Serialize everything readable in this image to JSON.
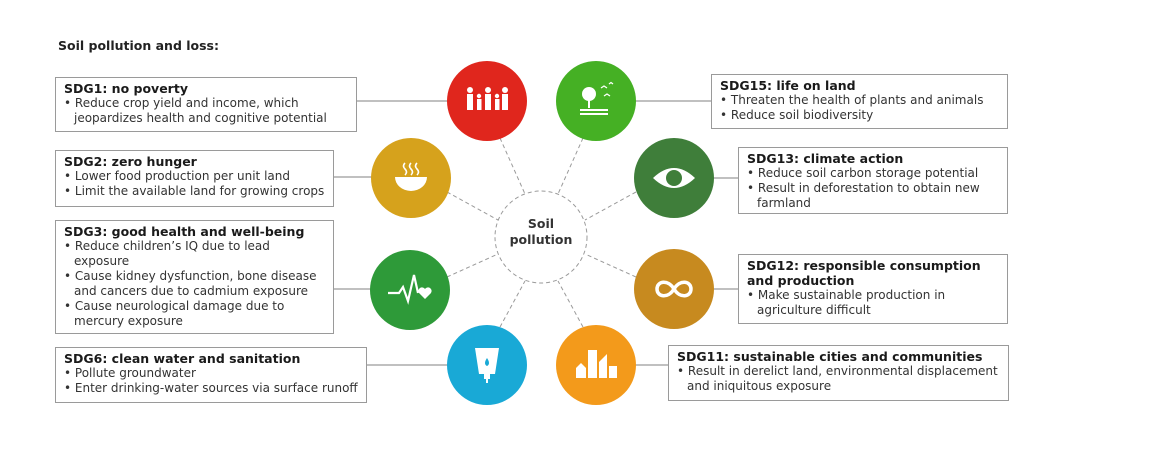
{
  "title": "Soil pollution and loss:",
  "center": {
    "line1": "Soil",
    "line2": "pollution"
  },
  "goals": [
    {
      "id": "sdg1",
      "heading": "SDG1: no poverty",
      "bullets": [
        "Reduce crop yield and income, which jeopardizes health and cognitive potential"
      ],
      "color": "#e0261d",
      "icon": "family-icon"
    },
    {
      "id": "sdg2",
      "heading": "SDG2: zero hunger",
      "bullets": [
        "Lower food production per unit land",
        "Limit the available land for growing crops"
      ],
      "color": "#d6a21c",
      "icon": "food-bowl-icon"
    },
    {
      "id": "sdg3",
      "heading": "SDG3: good health and well-being",
      "bullets": [
        "Reduce children’s IQ due to lead exposure",
        "Cause kidney dysfunction, bone disease and cancers due to cadmium exposure",
        "Cause neurological damage due to mercury exposure"
      ],
      "color": "#2e9a39",
      "icon": "heartbeat-icon"
    },
    {
      "id": "sdg6",
      "heading": "SDG6: clean water and sanitation",
      "bullets": [
        "Pollute groundwater",
        "Enter drinking-water sources via surface runoff"
      ],
      "color": "#19a9d6",
      "icon": "water-drop-icon"
    },
    {
      "id": "sdg15",
      "heading": "SDG15: life on land",
      "bullets": [
        "Threaten the health of plants and animals",
        "Reduce soil biodiversity"
      ],
      "color": "#45b024",
      "icon": "tree-birds-icon"
    },
    {
      "id": "sdg13",
      "heading": "SDG13: climate action",
      "bullets": [
        "Reduce soil carbon storage potential",
        "Result in deforestation to obtain new farmland"
      ],
      "color": "#3f7e3a",
      "icon": "eye-globe-icon"
    },
    {
      "id": "sdg12",
      "heading": "SDG12: responsible consumption and production",
      "bullets": [
        "Make sustainable production in agriculture difficult"
      ],
      "color": "#c78a1f",
      "icon": "infinity-icon"
    },
    {
      "id": "sdg11",
      "heading": "SDG11: sustainable cities and communities",
      "bullets": [
        "Result in derelict land, environmental displacement and iniquitous exposure"
      ],
      "color": "#f39a1b",
      "icon": "city-buildings-icon"
    }
  ]
}
